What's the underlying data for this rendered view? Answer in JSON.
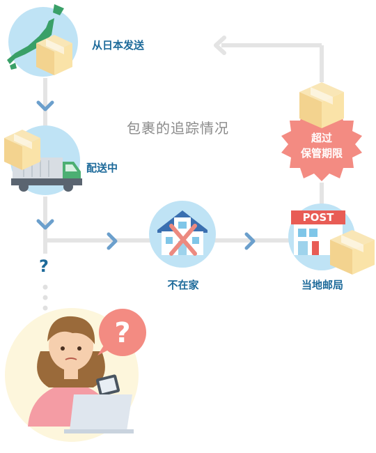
{
  "diagram": {
    "title": "包裹的追踪情况",
    "steps": {
      "ship_from_japan": "从日本发送",
      "in_delivery": "配送中",
      "not_home": "不在家",
      "local_post_office": "当地邮局"
    },
    "expired_badge": {
      "line1": "超过",
      "line2": "保管期限"
    },
    "post_sign": "POST",
    "unknown_mark": "?",
    "colors": {
      "flow_line": "#e4e4e4",
      "chevron": "#6b9fcc",
      "label": "#1d6a9a",
      "circle_bg": "#bfe3f5",
      "box": "#f6dc9e",
      "badge": "#f38b82",
      "post_red": "#e85c55",
      "cross": "#ec8a80"
    }
  }
}
